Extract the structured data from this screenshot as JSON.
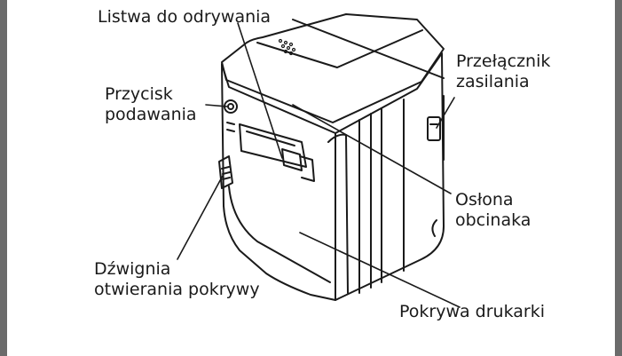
{
  "labels": {
    "tear_bar": "Listwa do odrywania",
    "feed_button_line1": "Przycisk",
    "feed_button_line2": "podawania",
    "power_switch_line1": "Przełącznik",
    "power_switch_line2": "zasilania",
    "cutter_cover_line1": "Osłona",
    "cutter_cover_line2": "obcinaka",
    "cover_lever_line1": "Dźwignia",
    "cover_lever_line2": "otwierania pokrywy",
    "printer_cover": "Pokrywa drukarki"
  },
  "colors": {
    "line": "#1a1a1a",
    "frame": "#6b6b6b"
  }
}
